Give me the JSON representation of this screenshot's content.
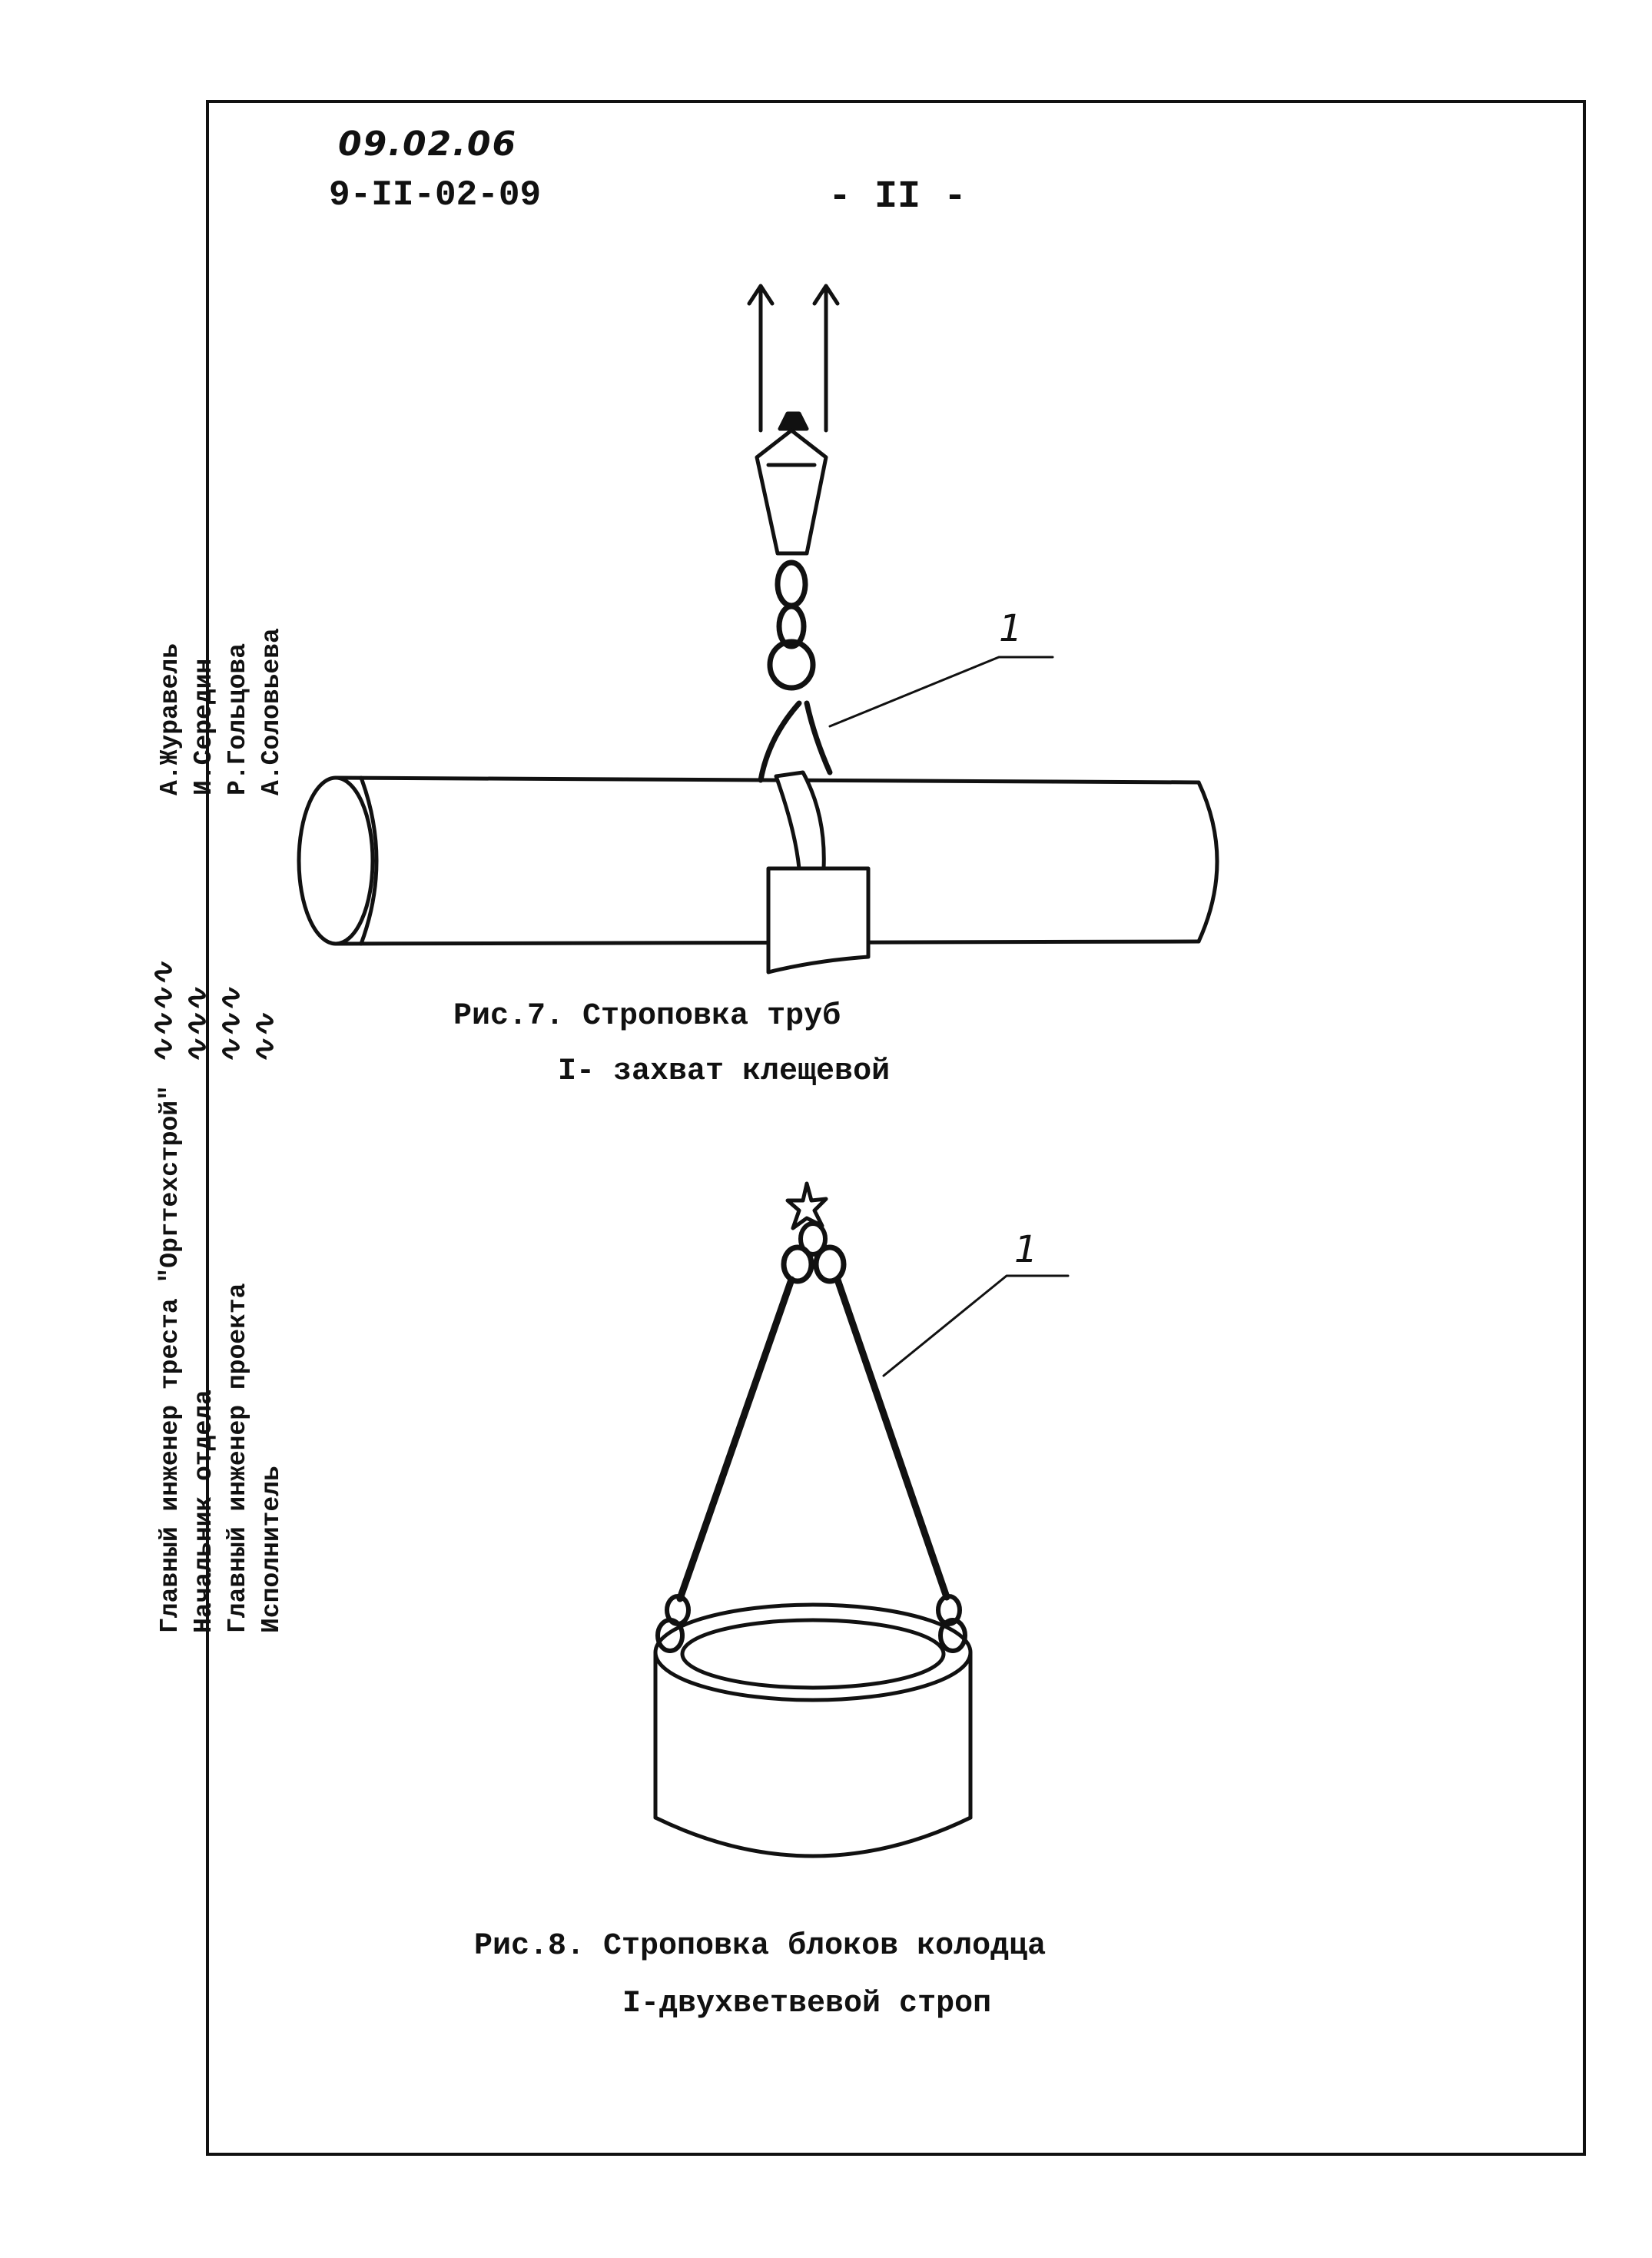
{
  "header": {
    "handwritten_date": "09.02.06",
    "doc_code": "9-II-02-09",
    "page_number": "- II -"
  },
  "stamp": {
    "rows": [
      {
        "title": "Главный инженер треста \"Оргтехстрой\"",
        "name": "А.Журавель"
      },
      {
        "title": "Начальник отдела",
        "name": "И.Середин"
      },
      {
        "title": "Главный инженер проекта",
        "name": "Р.Гольцова"
      },
      {
        "title": "Исполнитель",
        "name": "А.Соловьева"
      }
    ]
  },
  "figure7": {
    "callout": "1",
    "caption_line1": "Рис.7. Строповка труб",
    "caption_line2": "I- захват клещевой"
  },
  "figure8": {
    "callout": "1",
    "caption_line1": "Рис.8. Строповка блоков колодца",
    "caption_line2": "I-двухветвевой строп"
  }
}
